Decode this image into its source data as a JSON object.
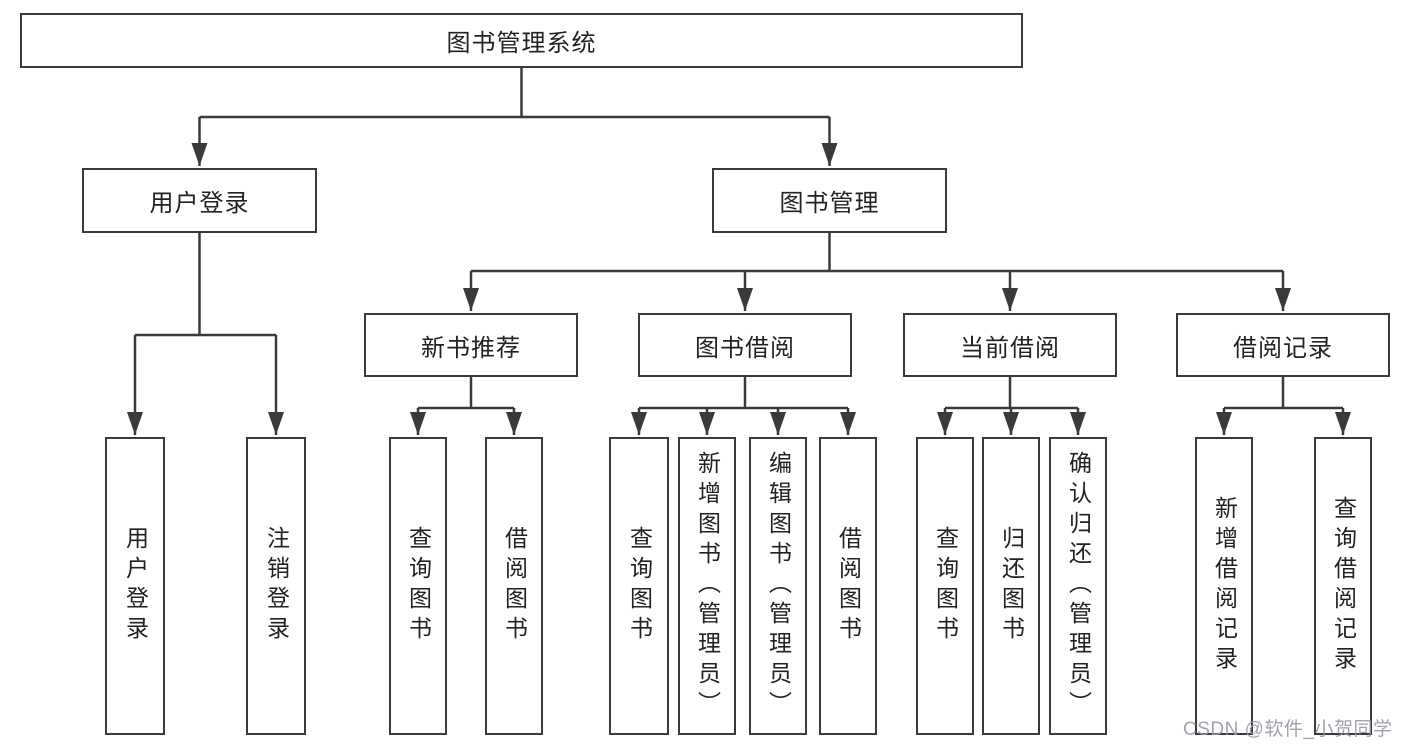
{
  "diagram": {
    "type": "tree",
    "tree": {
      "label": "图书管理系统",
      "children": [
        {
          "label": "用户登录",
          "children": [
            {
              "label": "用户登录"
            },
            {
              "label": "注销登录"
            }
          ]
        },
        {
          "label": "图书管理",
          "children": [
            {
              "label": "新书推荐",
              "children": [
                {
                  "label": "查询图书"
                },
                {
                  "label": "借阅图书"
                }
              ]
            },
            {
              "label": "图书借阅",
              "children": [
                {
                  "label": "查询图书"
                },
                {
                  "label": "新增图书（管理员）"
                },
                {
                  "label": "编辑图书（管理员）"
                },
                {
                  "label": "借阅图书"
                }
              ]
            },
            {
              "label": "当前借阅",
              "children": [
                {
                  "label": "查询图书"
                },
                {
                  "label": "归还图书"
                },
                {
                  "label": "确认归还（管理员）"
                }
              ]
            },
            {
              "label": "借阅记录",
              "children": [
                {
                  "label": "新增借阅记录"
                },
                {
                  "label": "查询借阅记录"
                }
              ]
            }
          ]
        }
      ]
    },
    "colors": {
      "line": "#3a3a3a",
      "text": "#222222",
      "box_background": "#ffffff",
      "watermark": "#999ba5"
    }
  },
  "watermark": {
    "text": "CSDN @软件_小贺同学"
  }
}
